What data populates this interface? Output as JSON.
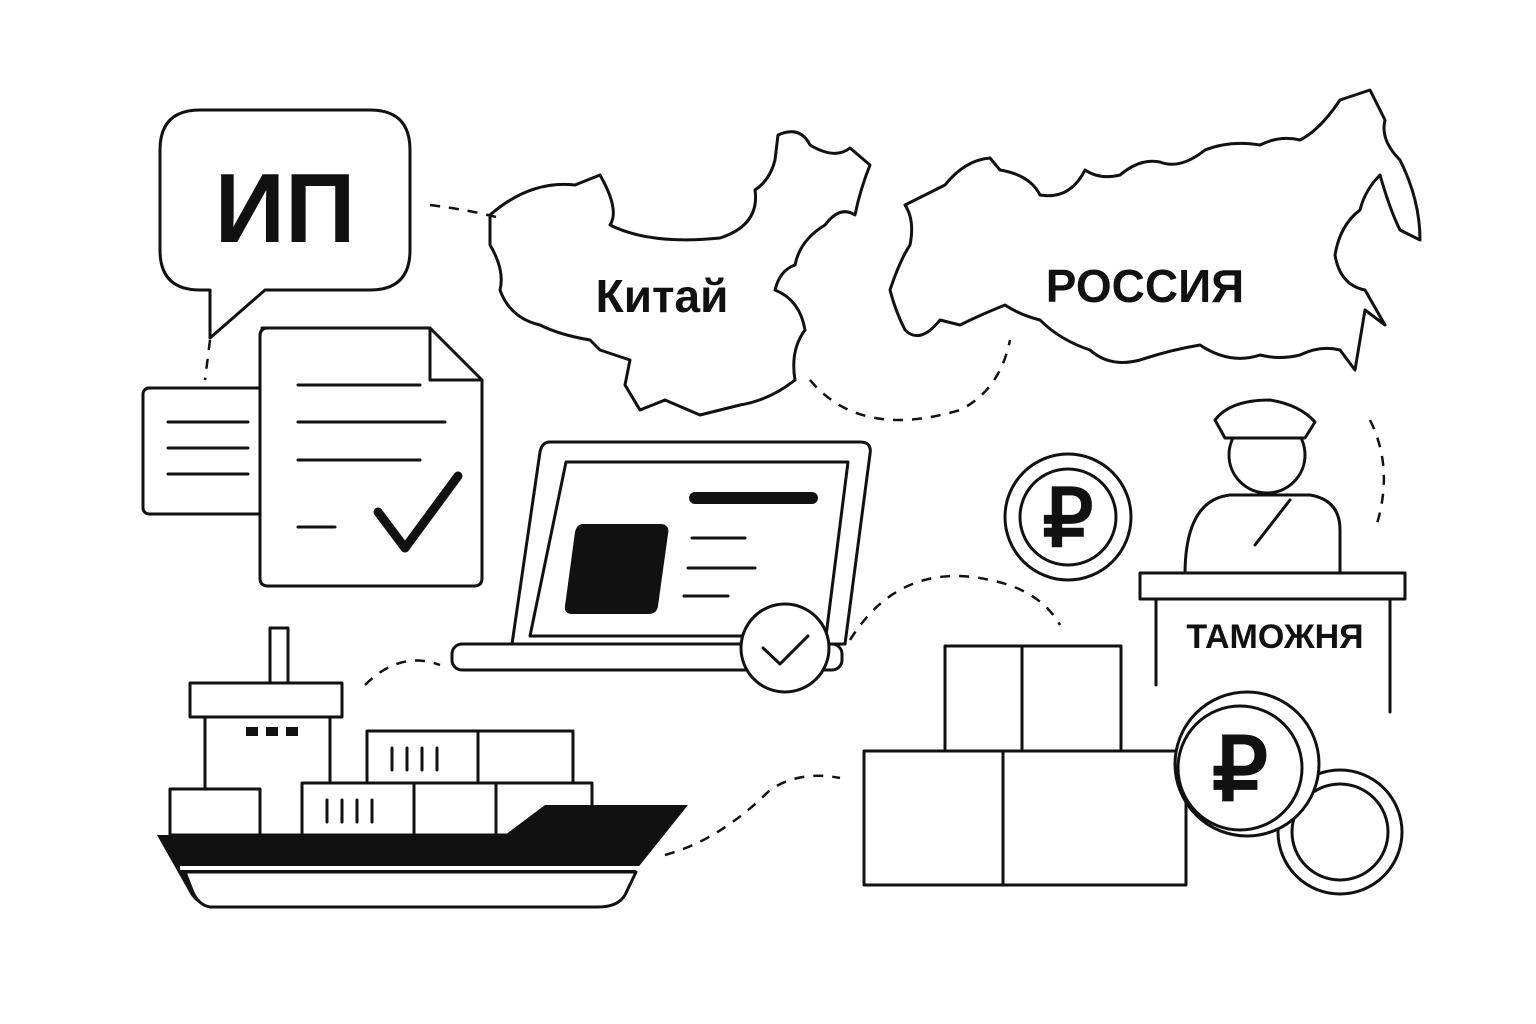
{
  "labels": {
    "ip": "ИП",
    "china": "Китай",
    "russia": "РОССИЯ",
    "customs": "ТАМОЖНЯ",
    "ruble": "₽"
  },
  "colors": {
    "ink": "#111111",
    "background": "#ffffff"
  }
}
